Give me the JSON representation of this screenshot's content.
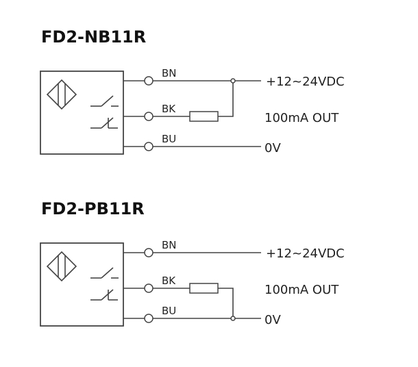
{
  "diagrams": [
    {
      "title": "FD2-NB11R",
      "wires": {
        "bn": "BN",
        "bk": "BK",
        "bu": "BU"
      },
      "labels": {
        "supply": "+12~24VDC",
        "out": "100mA OUT",
        "ground": "0V"
      },
      "load_connected_to": "BN"
    },
    {
      "title": "FD2-PB11R",
      "wires": {
        "bn": "BN",
        "bk": "BK",
        "bu": "BU"
      },
      "labels": {
        "supply": "+12~24VDC",
        "out": "100mA OUT",
        "ground": "0V"
      },
      "load_connected_to": "BU"
    }
  ]
}
